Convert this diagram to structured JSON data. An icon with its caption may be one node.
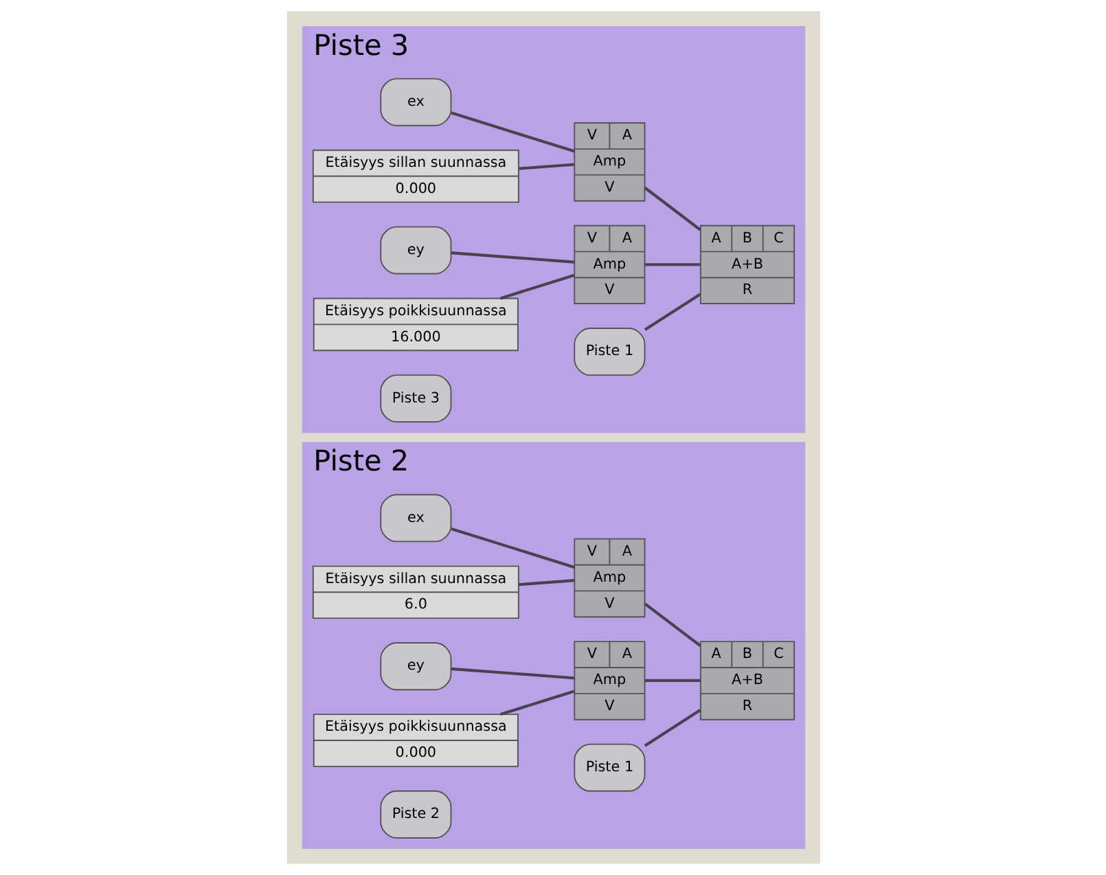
{
  "diagram": {
    "nodes": [
      {
        "text": [
          "Piste 2"
        ]
      },
      {
        "text": [
          "ex"
        ],
        "in": 0
      },
      {
        "text": [
          "Etäisyys sillan suunnassa",
          "6.0"
        ],
        "in": 0
      },
      {
        "text": [
          "V",
          "A",
          "Amp",
          "V"
        ],
        "in": 0
      },
      {
        "text": [
          "ey"
        ],
        "in": 0
      },
      {
        "text": [
          "Etäisyys poikkisuunnassa",
          "0.000"
        ],
        "in": 0
      },
      {
        "text": [
          "V",
          "A",
          "Amp",
          "V"
        ],
        "in": 0
      },
      {
        "text": [
          "A",
          "B",
          "C",
          "A+B",
          "R"
        ],
        "in": 0
      },
      {
        "text": [
          "Piste 2"
        ],
        "in": 0
      },
      {
        "text": [
          "Piste 1"
        ],
        "in": 0
      },
      {
        "text": [
          "Piste 3"
        ]
      },
      {
        "text": [
          "ex"
        ],
        "in": 10
      },
      {
        "text": [
          "Etäisyys sillan suunnassa",
          "0.000"
        ],
        "in": 10
      },
      {
        "text": [
          "V",
          "A",
          "Amp",
          "V"
        ],
        "in": 10
      },
      {
        "text": [
          "ey"
        ],
        "in": 10
      },
      {
        "text": [
          "Etäisyys poikkisuunnassa",
          "16.000"
        ],
        "in": 10
      },
      {
        "text": [
          "V",
          "A",
          "Amp",
          "V"
        ],
        "in": 10
      },
      {
        "text": [
          "A",
          "B",
          "C",
          "A+B",
          "R"
        ],
        "in": 10
      },
      {
        "text": [
          "Piste 3"
        ],
        "in": 10
      },
      {
        "text": [
          "Piste 1"
        ],
        "in": 10
      }
    ],
    "edges": [
      {
        "from": 1,
        "to": 3,
        "arrow": "none"
      },
      {
        "from": 2,
        "to": 3,
        "arrow": "none"
      },
      {
        "from": 3,
        "to": 7,
        "arrow": "none"
      },
      {
        "from": 4,
        "to": 6,
        "arrow": "none"
      },
      {
        "from": 5,
        "to": 6,
        "arrow": "none"
      },
      {
        "from": 6,
        "to": 7,
        "arrow": "none"
      },
      {
        "from": 9,
        "to": 7,
        "arrow": "none"
      },
      {
        "from": 11,
        "to": 13,
        "arrow": "none"
      },
      {
        "from": 12,
        "to": 13,
        "arrow": "none"
      },
      {
        "from": 13,
        "to": 17,
        "arrow": "none"
      },
      {
        "from": 14,
        "to": 16,
        "arrow": "none"
      },
      {
        "from": 15,
        "to": 16,
        "arrow": "none"
      },
      {
        "from": 16,
        "to": 17,
        "arrow": "none"
      },
      {
        "from": 19,
        "to": 17,
        "arrow": "none"
      }
    ]
  }
}
